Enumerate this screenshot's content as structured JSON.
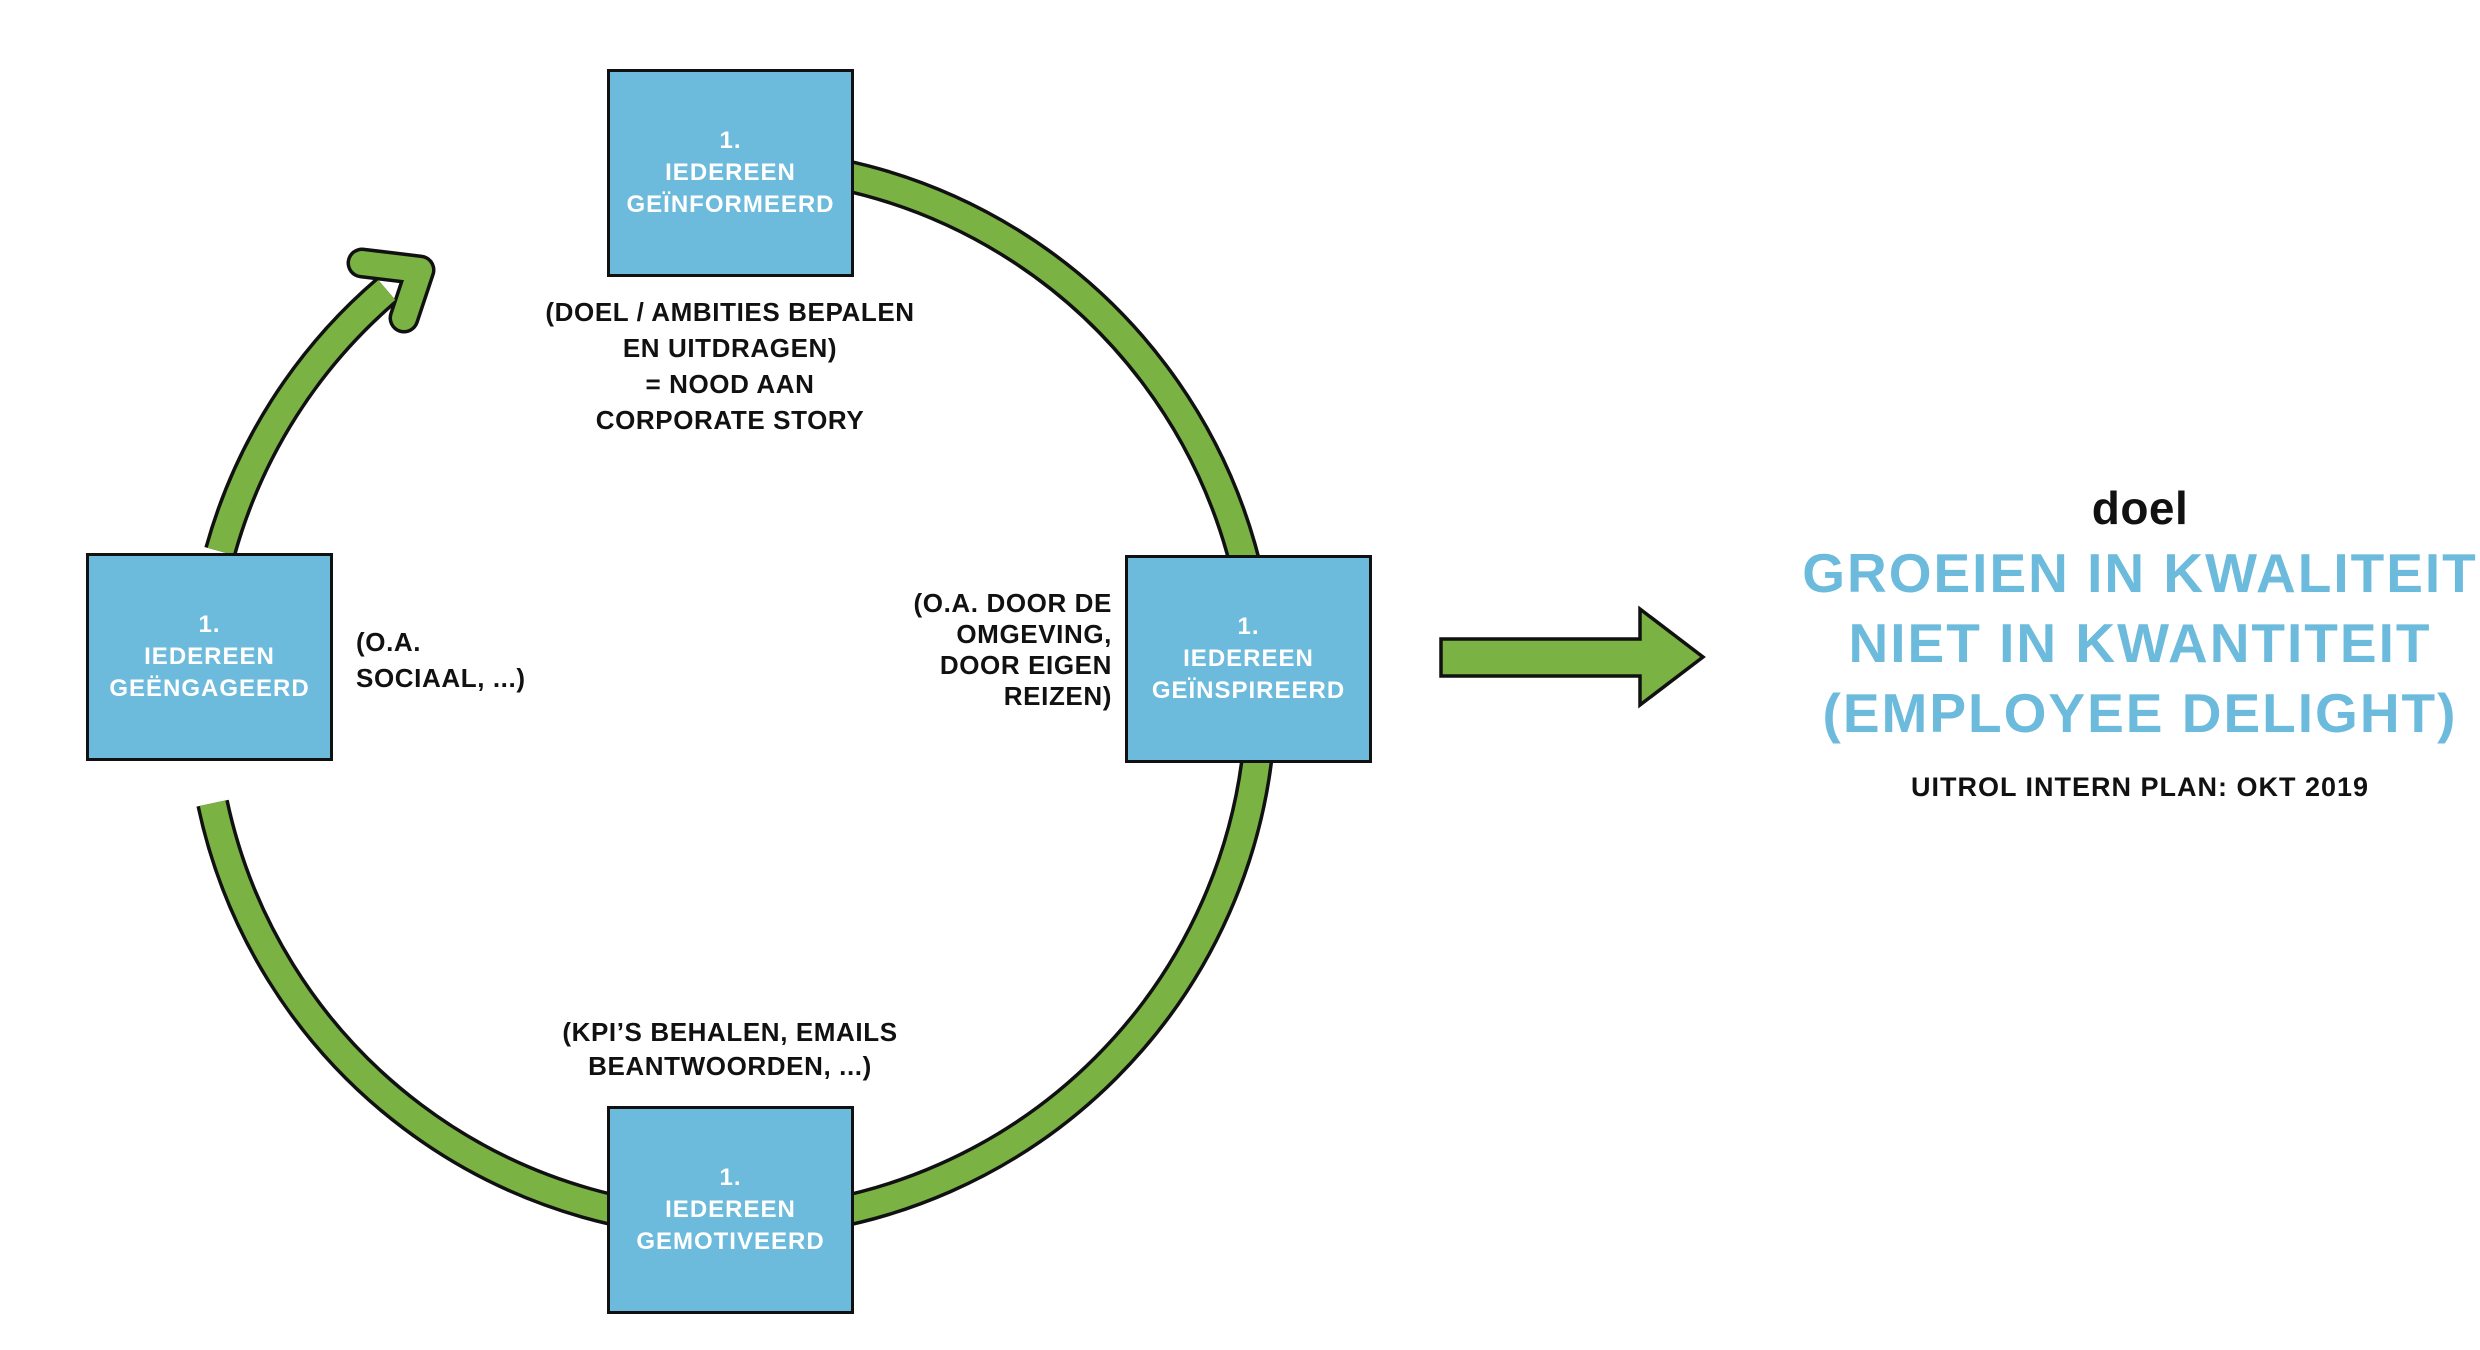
{
  "colors": {
    "box_fill": "#6cbadc",
    "ring_green": "#7ab244",
    "outline": "#111111",
    "goal_text": "#6cbadc",
    "caption_text": "#111111"
  },
  "cycle": {
    "boxes": [
      {
        "id": "top",
        "lines": [
          "1.",
          "IEDEREEN",
          "GEÏNFORMEERD"
        ]
      },
      {
        "id": "right",
        "lines": [
          "1.",
          "IEDEREEN",
          "GEÏNSPIREERD"
        ]
      },
      {
        "id": "bottom",
        "lines": [
          "1.",
          "IEDEREEN",
          "GEMOTIVEERD"
        ]
      },
      {
        "id": "left",
        "lines": [
          "1.",
          "IEDEREEN",
          "GEËNGAGEERD"
        ]
      }
    ],
    "captions": {
      "top": [
        "(DOEL / AMBITIES BEPALEN",
        "EN UITDRAGEN)",
        "= NOOD AAN",
        "CORPORATE STORY"
      ],
      "right": [
        "(O.A. DOOR DE",
        "OMGEVING,",
        "DOOR EIGEN",
        "REIZEN)"
      ],
      "bottom": [
        "(KPI’S BEHALEN, EMAILS",
        "BEANTWOORDEN, ...)"
      ],
      "left": [
        "(O.A.",
        "SOCIAAL, ...)"
      ]
    },
    "icons": {
      "cycle_arrow": "curved-arrow-icon",
      "result_arrow": "right-arrow-icon"
    }
  },
  "goal": {
    "label": "doel",
    "lines": [
      "GROEIEN IN KWALITEIT",
      "NIET IN KWANTITEIT",
      "(EMPLOYEE DELIGHT)"
    ],
    "rollout": "UITROL INTERN PLAN: OKT 2019"
  }
}
